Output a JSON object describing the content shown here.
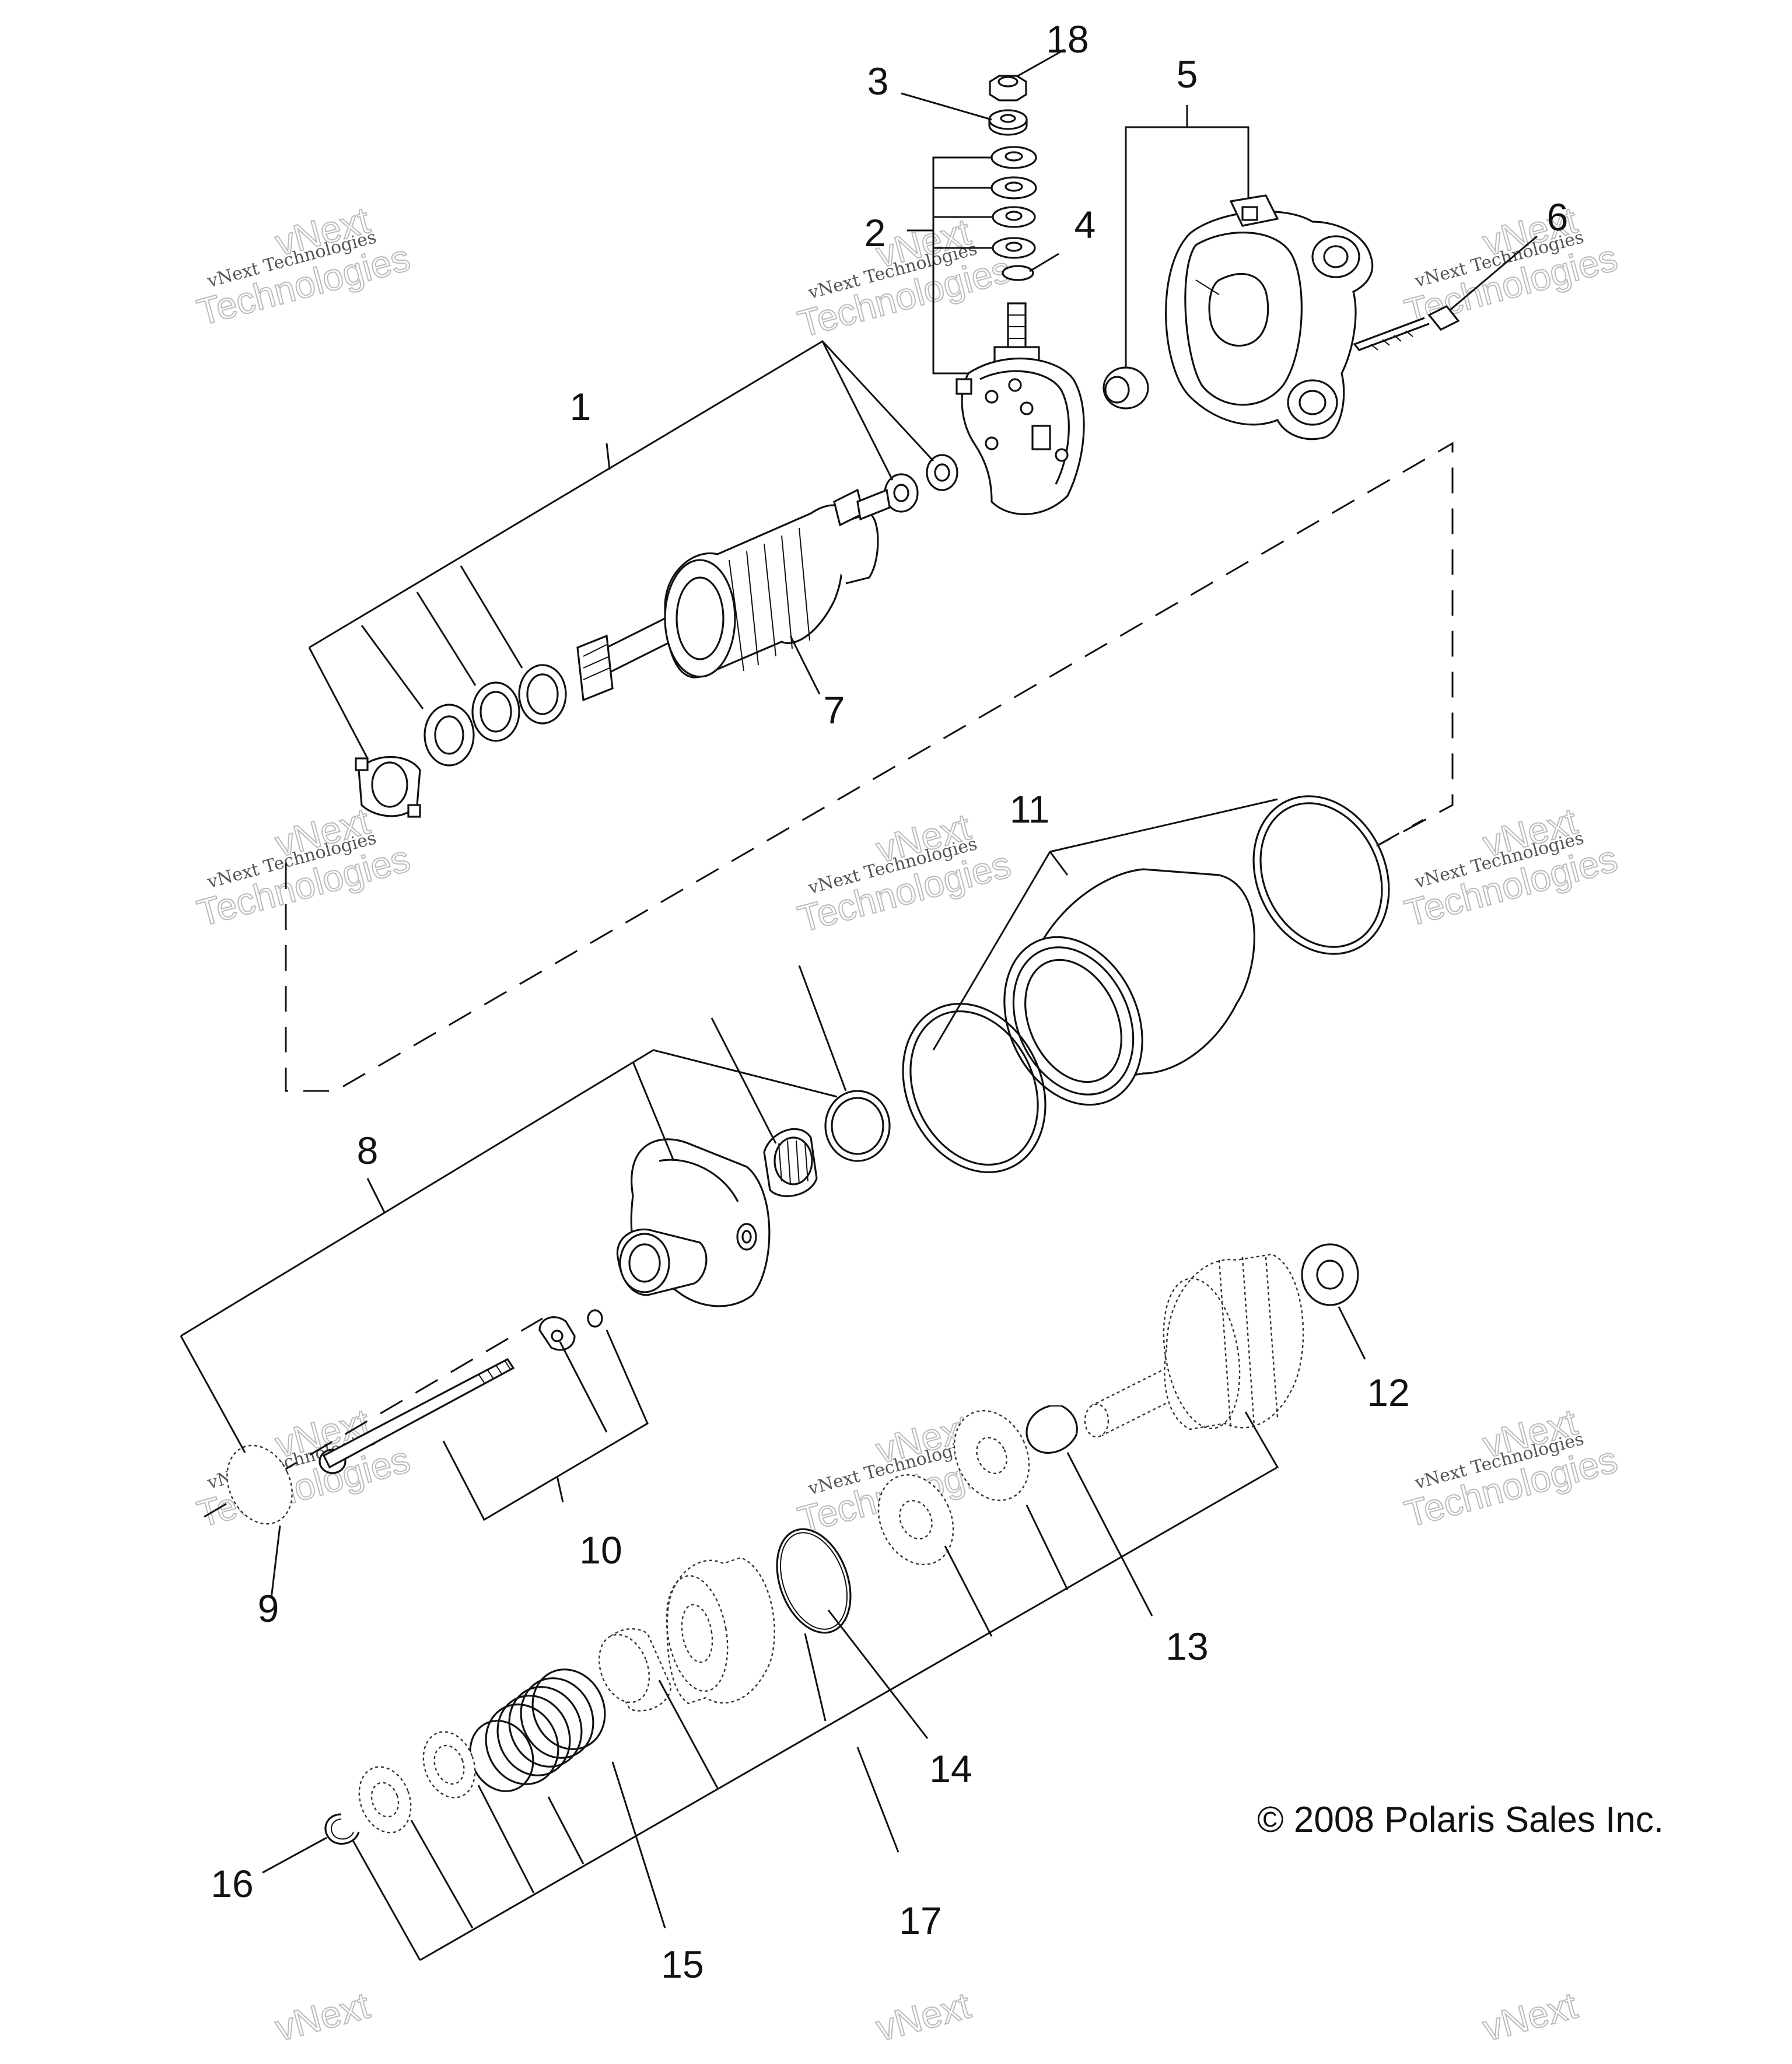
{
  "diagram": {
    "callouts": [
      "1",
      "2",
      "3",
      "4",
      "5",
      "6",
      "7",
      "8",
      "9",
      "10",
      "11",
      "12",
      "13",
      "14",
      "15",
      "16",
      "17",
      "18"
    ],
    "copyright": "© 2008 Polaris Sales Inc.",
    "watermark": {
      "line1": "vNext Technologies",
      "line2": "vNext",
      "line3": "Technologies"
    }
  }
}
